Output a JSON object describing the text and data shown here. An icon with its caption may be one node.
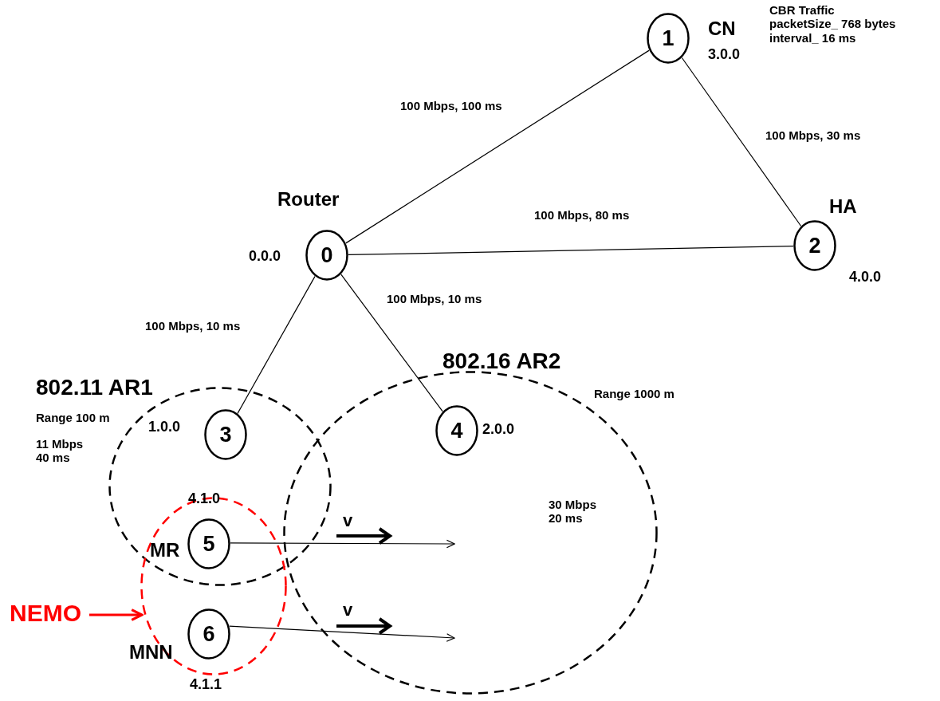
{
  "diagram": {
    "nodes": [
      {
        "text": [
          "0"
        ],
        "beside": [
          "Router",
          "0.0.0"
        ]
      },
      {
        "text": [
          "1"
        ],
        "beside": [
          "CN",
          "3.0.0",
          "CBR Traffic packetSize_ 768 bytes interval_ 16 ms"
        ]
      },
      {
        "text": [
          "2"
        ],
        "beside": [
          "HA",
          "4.0.0"
        ]
      },
      {
        "text": [
          "802.11 AR1",
          "Range 100 m",
          "11 Mbps 40 ms"
        ]
      },
      {
        "text": [
          "3"
        ],
        "beside": [
          "1.0.0"
        ],
        "in": 3
      },
      {
        "text": [
          "802.16 AR2",
          "Range 1000 m",
          "30 Mbps 20 ms"
        ]
      },
      {
        "text": [
          "4"
        ],
        "beside": [
          "2.0.0"
        ],
        "in": 5
      },
      {
        "text": [],
        "shape": "circle"
      },
      {
        "text": [
          "5"
        ],
        "beside": [
          "4.1.0",
          "MR"
        ]
      },
      {
        "text": [
          "6"
        ],
        "beside": [
          "MNN",
          "4.1.1"
        ],
        "in": 7
      },
      {
        "text": [
          "NEMO"
        ]
      }
    ],
    "edges": [
      {
        "from": 0,
        "to": 1,
        "arrow": "none",
        "label": "100 Mbps, 100 ms"
      },
      {
        "from": 1,
        "to": 2,
        "arrow": "none",
        "label": "100 Mbps, 30 ms"
      },
      {
        "from": 0,
        "to": 2,
        "arrow": "none",
        "label": "100 Mbps, 80 ms"
      },
      {
        "from": 0,
        "to": 4,
        "arrow": "none",
        "label": "100 Mbps, 10 ms"
      },
      {
        "from": 0,
        "to": 6,
        "arrow": "none",
        "label": "100 Mbps, 10 ms"
      },
      {
        "from": 8,
        "to": 5,
        "arrow": "to"
      },
      {
        "from": 9,
        "to": 5,
        "arrow": "to"
      },
      {
        "from": 10,
        "to": 7,
        "arrow": "to",
        "style": "thick",
        "color": "#ff0000"
      }
    ],
    "labels": [
      "v",
      "v"
    ]
  }
}
